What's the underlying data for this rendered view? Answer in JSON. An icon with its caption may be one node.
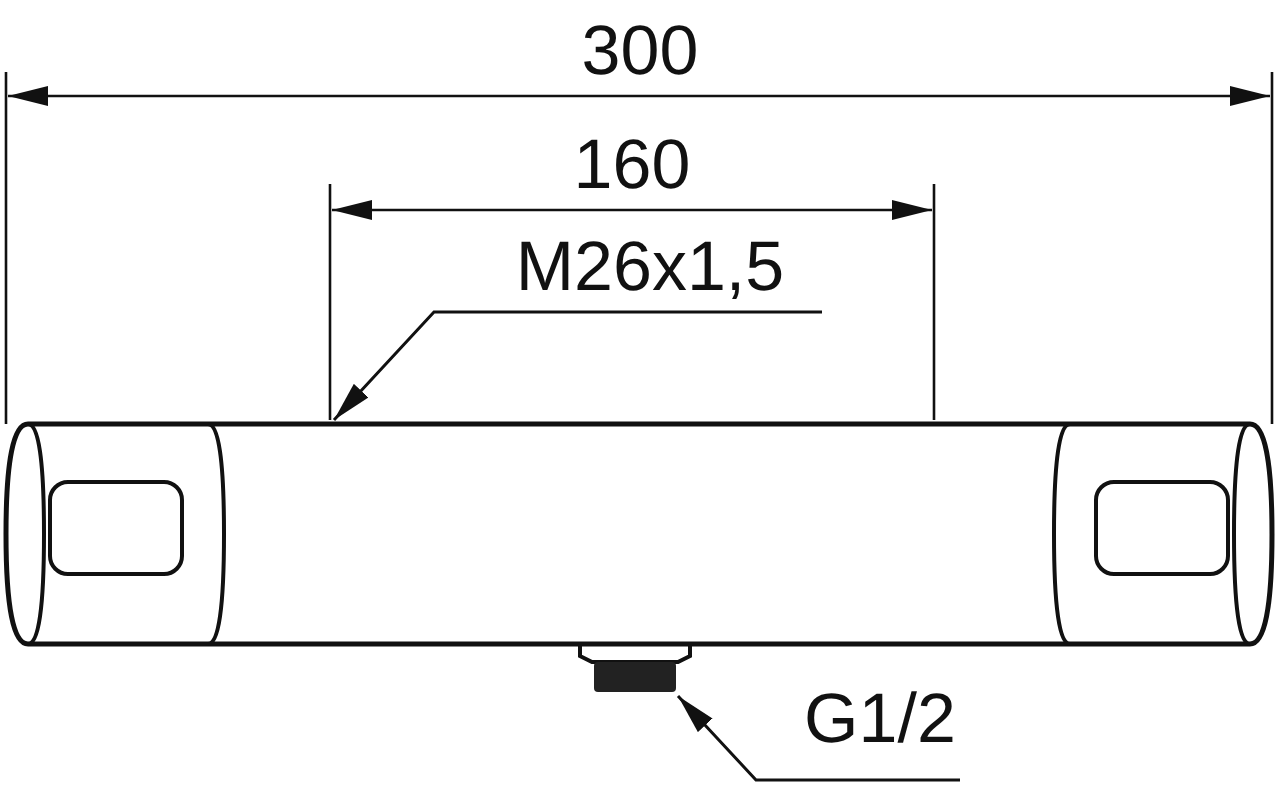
{
  "diagram": {
    "nodes": [
      {
        "text": [
          "M26x1,5"
        ]
      },
      {
        "text": [],
        "shape": "picture"
      },
      {
        "text": [
          "G1/2"
        ]
      },
      {
        "text": [],
        "shape": "picture"
      }
    ],
    "edges": [
      {
        "from": 0,
        "to": 1,
        "arrow": "to"
      },
      {
        "from": 2,
        "to": 3,
        "arrow": "to"
      }
    ],
    "labels": [
      "300",
      "160"
    ]
  }
}
